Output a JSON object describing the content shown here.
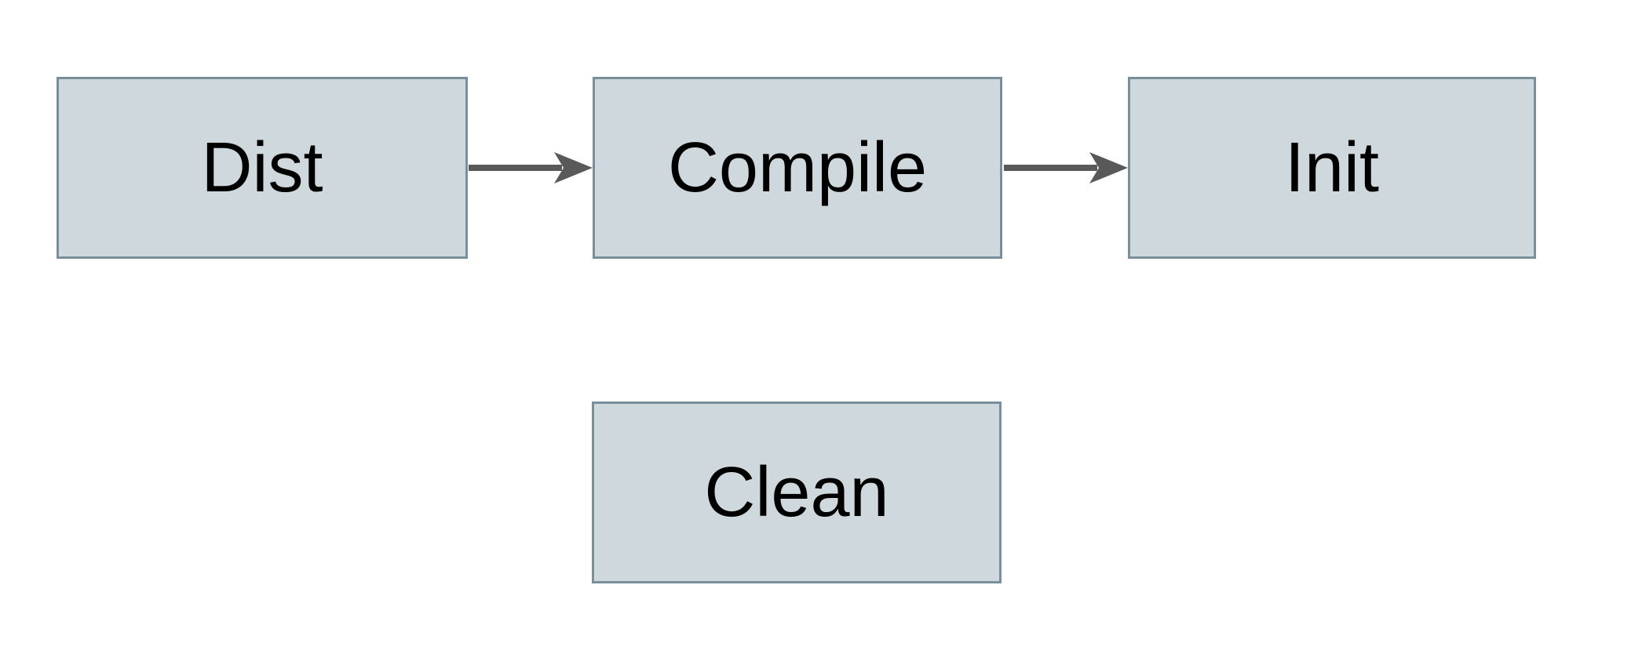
{
  "diagram": {
    "type": "flowchart",
    "colors": {
      "background": "#ffffff",
      "node_fill": "#cfd8dc",
      "node_border": "#78909c",
      "arrow": "#595959",
      "text": "#000000"
    },
    "nodes": [
      {
        "id": "dist",
        "label": "Dist"
      },
      {
        "id": "compile",
        "label": "Compile"
      },
      {
        "id": "init",
        "label": "Init"
      },
      {
        "id": "clean",
        "label": "Clean"
      }
    ],
    "edges": [
      {
        "from": "dist",
        "to": "compile",
        "direction": "right"
      },
      {
        "from": "compile",
        "to": "init",
        "direction": "right"
      }
    ]
  }
}
